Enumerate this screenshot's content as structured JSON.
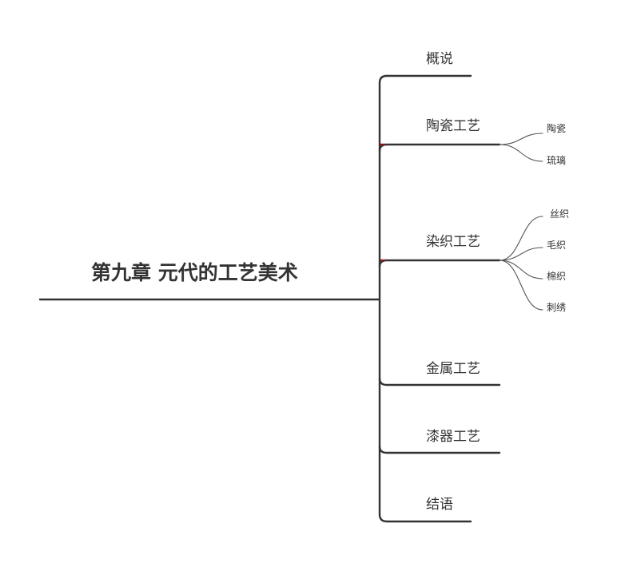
{
  "root": {
    "label": "第九章 元代的工艺美术"
  },
  "branches": [
    {
      "label": "概说",
      "children": []
    },
    {
      "label": "陶瓷工艺",
      "children": [
        "陶瓷",
        "琉璃"
      ]
    },
    {
      "label": "染织工艺",
      "children": [
        "丝织",
        "毛织",
        "棉织",
        "刺绣"
      ]
    },
    {
      "label": "金属工艺",
      "children": []
    },
    {
      "label": "漆器工艺",
      "children": []
    },
    {
      "label": "结语",
      "children": []
    }
  ],
  "colors": {
    "line": "#333333",
    "thin_line": "#555555",
    "text": "#333333",
    "accent": "#8b1a1a"
  }
}
